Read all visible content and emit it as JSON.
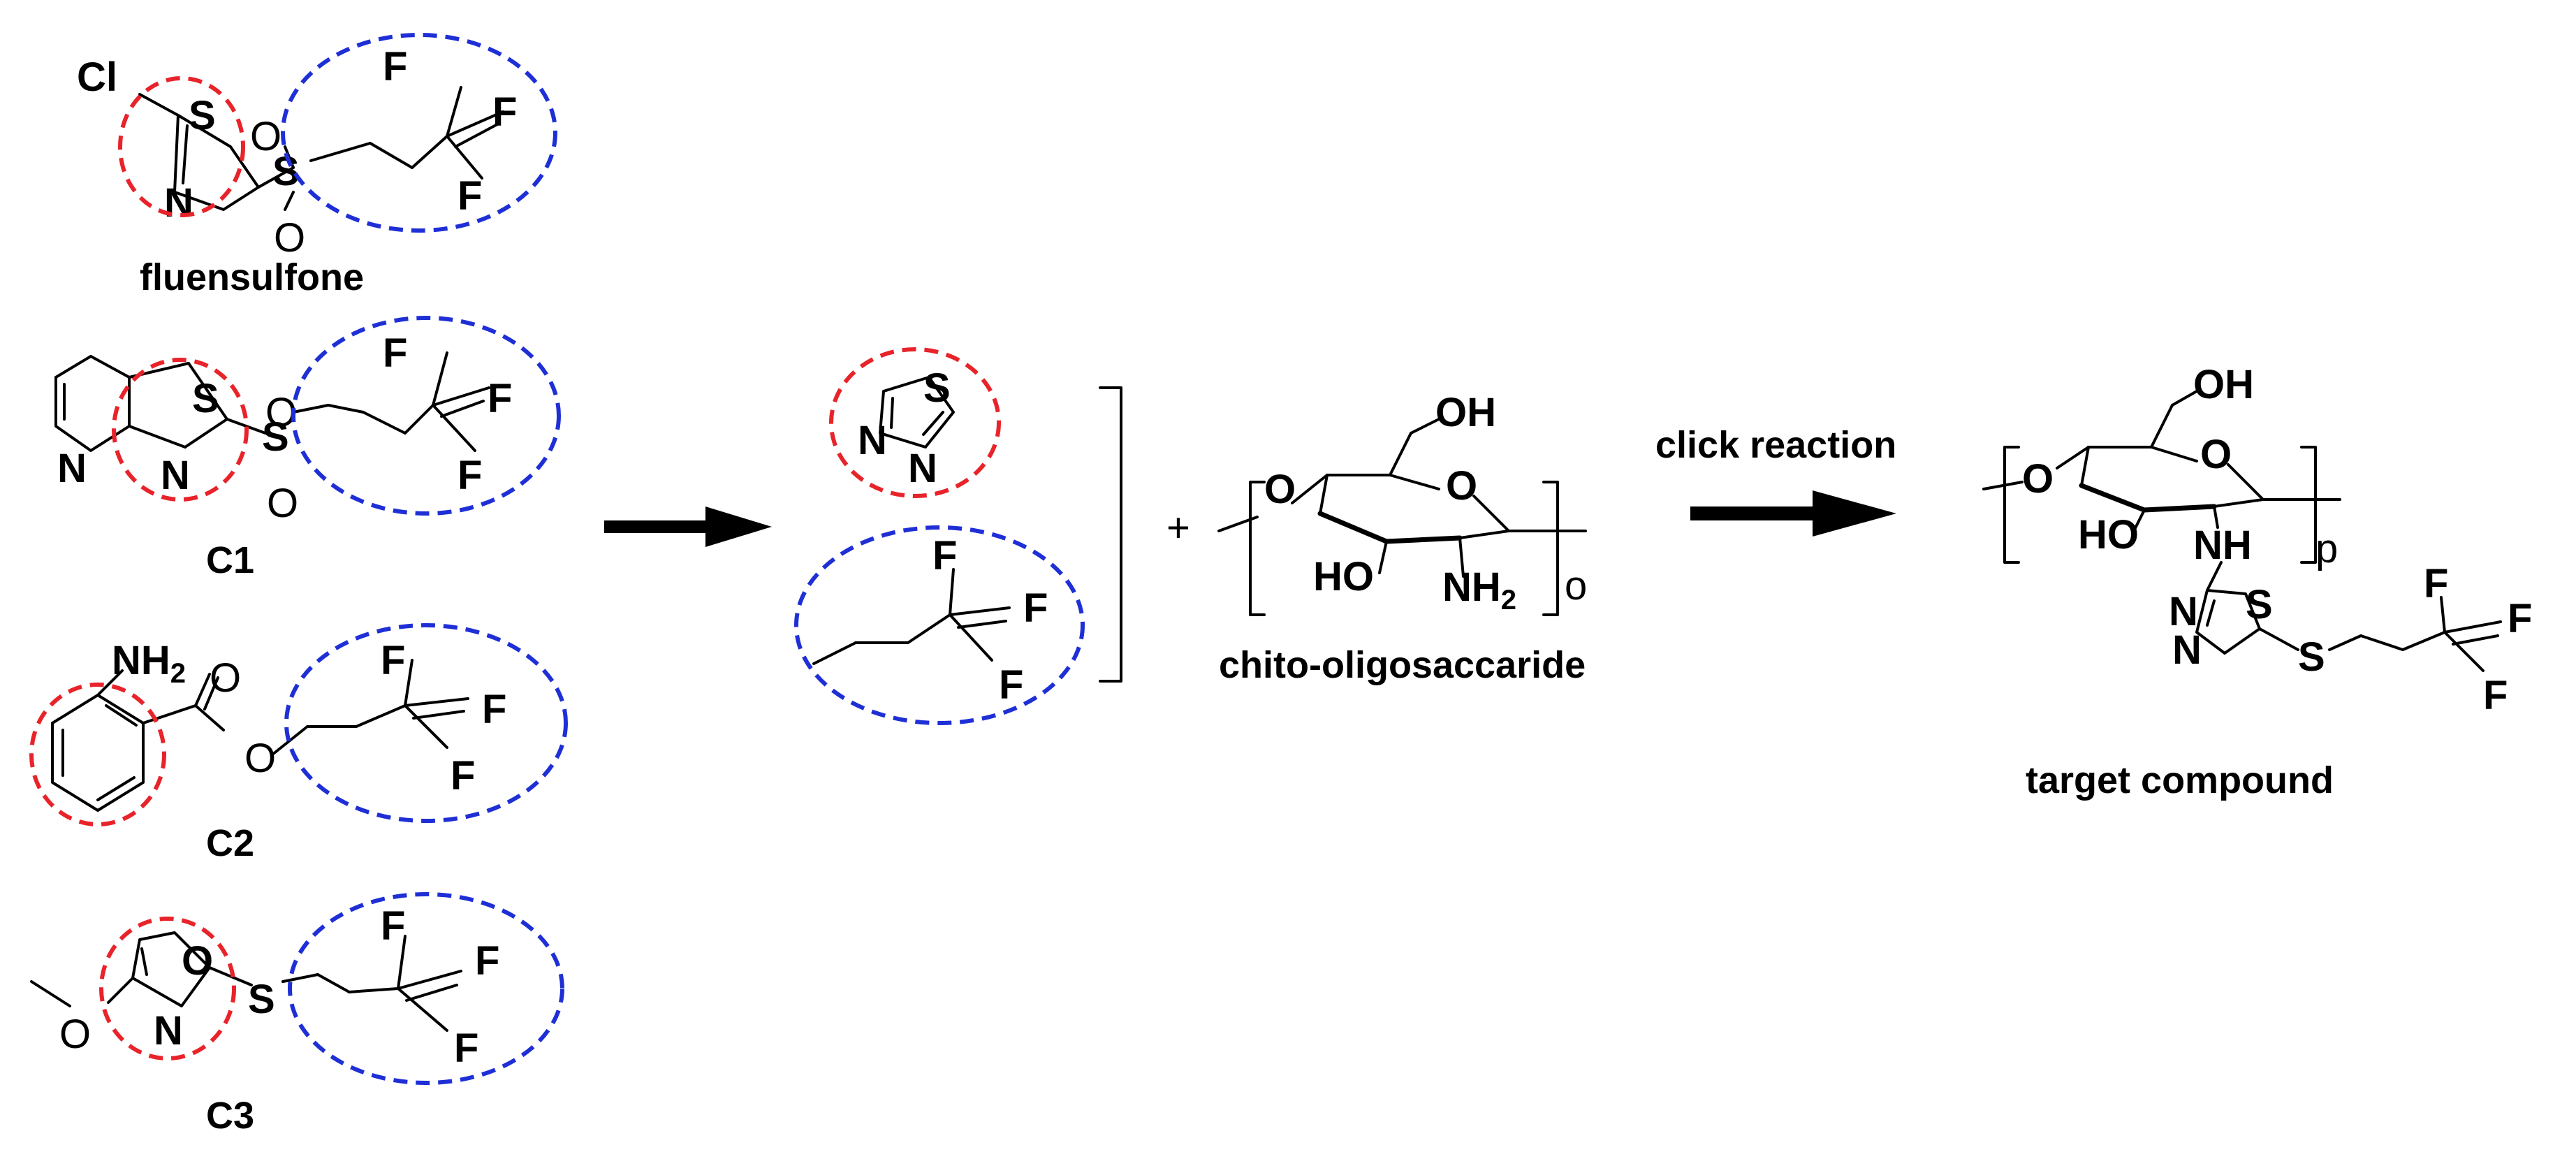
{
  "compounds": {
    "fluensulfone": {
      "label": "fluensulfone"
    },
    "c1": {
      "label": "C1"
    },
    "c2": {
      "label": "C2"
    },
    "c3": {
      "label": "C3"
    }
  },
  "atoms": {
    "cl": "Cl",
    "s": "S",
    "n": "N",
    "o": "O",
    "f": "F",
    "oh": "OH",
    "ho": "HO",
    "nh": "NH",
    "nh2_main": "NH",
    "sub2": "2"
  },
  "intermediates": {
    "plus": "+",
    "chito_label": "chito-oligosaccaride",
    "repeat_o": "o"
  },
  "reaction": {
    "label": "click reaction"
  },
  "product": {
    "label": "target compound",
    "repeat_p": "p"
  },
  "colors": {
    "ring_highlight": "#e8232a",
    "chain_highlight": "#1f2fd6"
  }
}
